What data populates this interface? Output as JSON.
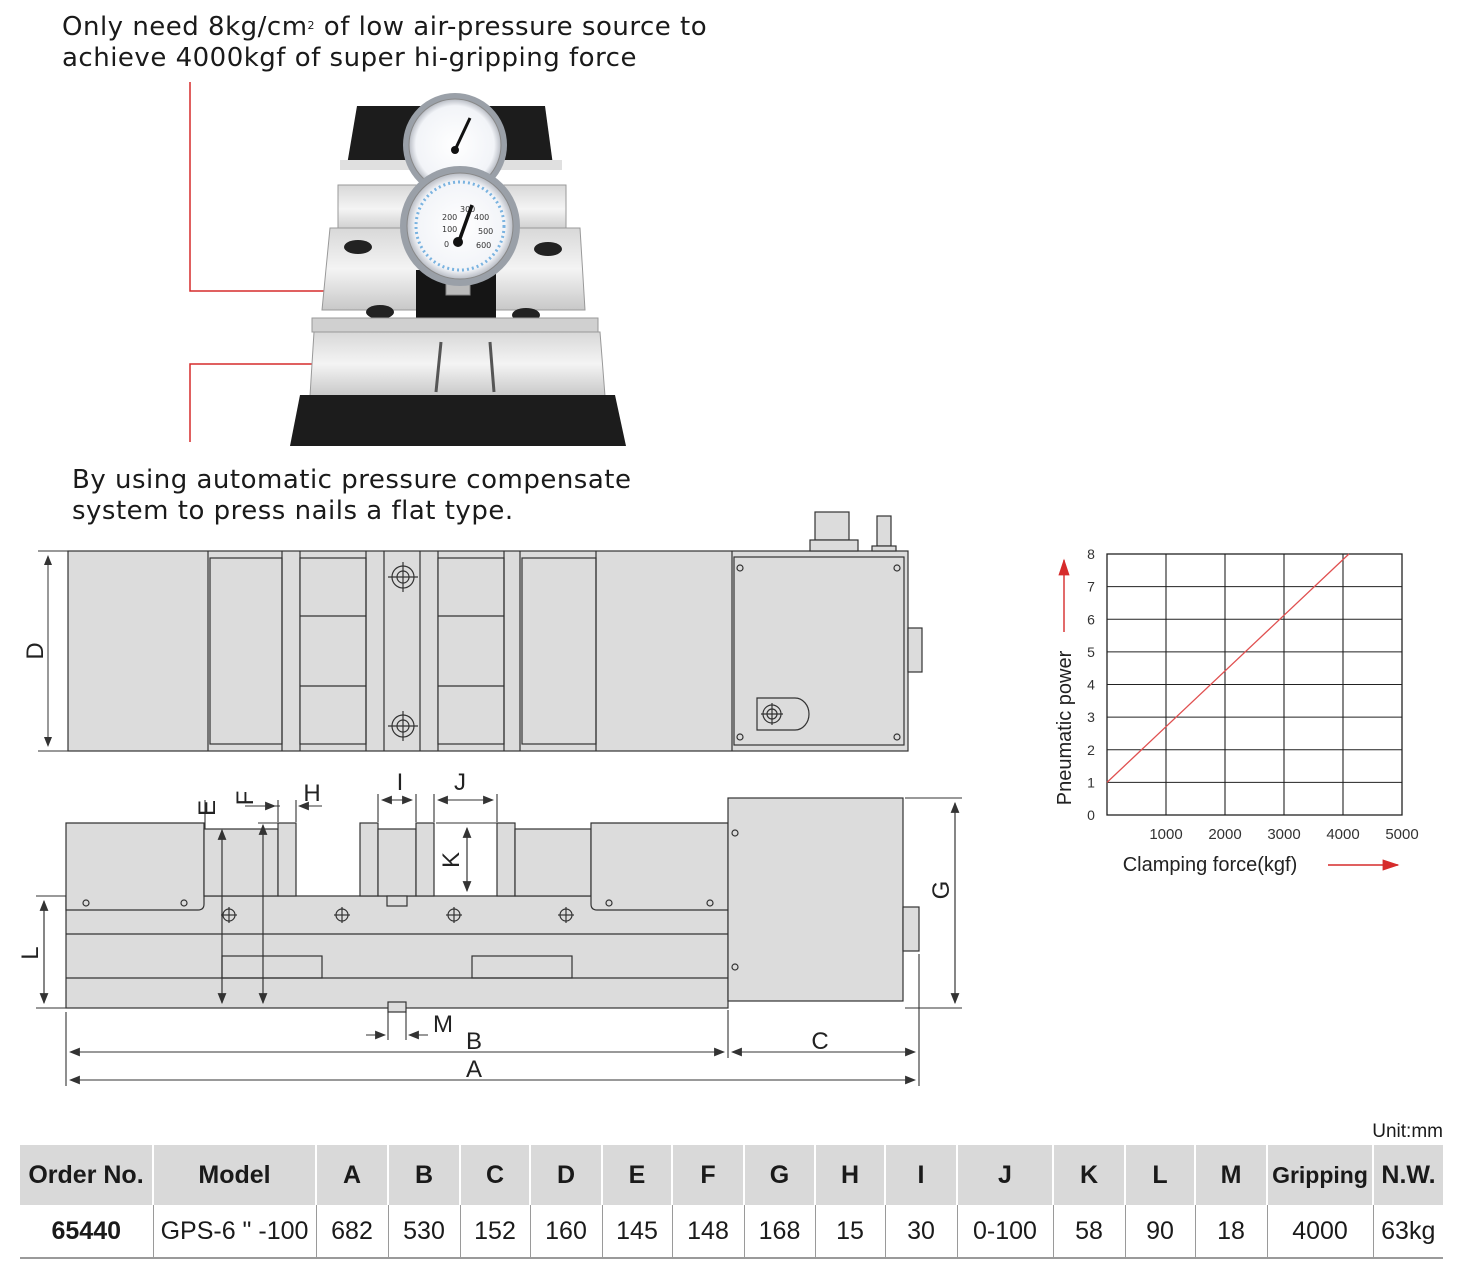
{
  "captions": {
    "top_line1_pre": "Only need 8kg/cm",
    "top_sup": "2",
    "top_line1_post": " of low air-pressure source to",
    "top_line2": "achieve 4000kgf of super hi-gripping force",
    "mid_line1": "By using automatic pressure compensate",
    "mid_line2": "system to press nails a flat type."
  },
  "gauge_labels": [
    "100",
    "200",
    "300",
    "400",
    "500",
    "600",
    "0"
  ],
  "dimension_letters": {
    "A": "A",
    "B": "B",
    "C": "C",
    "D": "D",
    "E": "E",
    "F": "F",
    "G": "G",
    "H": "H",
    "I": "I",
    "J": "J",
    "K": "K",
    "L": "L",
    "M": "M"
  },
  "chart_data": {
    "type": "line",
    "title": "",
    "xlabel": "Clamping force(kgf)",
    "ylabel": "Pneumatic power",
    "xlim": [
      0,
      5000
    ],
    "ylim": [
      0,
      8
    ],
    "x_ticks": [
      "1000",
      "2000",
      "3000",
      "4000",
      "5000"
    ],
    "y_ticks": [
      "0",
      "1",
      "2",
      "3",
      "4",
      "5",
      "6",
      "7",
      "8"
    ],
    "grid": true,
    "line_color": "#e05050",
    "series": [
      {
        "x": [
          0,
          4100
        ],
        "y": [
          1,
          8
        ]
      }
    ]
  },
  "table": {
    "unit": "Unit:mm",
    "headers": [
      "Order No.",
      "Model",
      "A",
      "B",
      "C",
      "D",
      "E",
      "F",
      "G",
      "H",
      "I",
      "J",
      "K",
      "L",
      "M",
      "Gripping",
      "N.W."
    ],
    "rows": [
      [
        "65440",
        "GPS-6 \" -100",
        "682",
        "530",
        "152",
        "160",
        "145",
        "148",
        "168",
        "15",
        "30",
        "0-100",
        "58",
        "90",
        "18",
        "4000",
        "63kg"
      ]
    ]
  },
  "colors": {
    "accent_red": "#d62b2b",
    "table_header_bg": "#d9d9d9",
    "part_fill": "#dcdcdc"
  }
}
